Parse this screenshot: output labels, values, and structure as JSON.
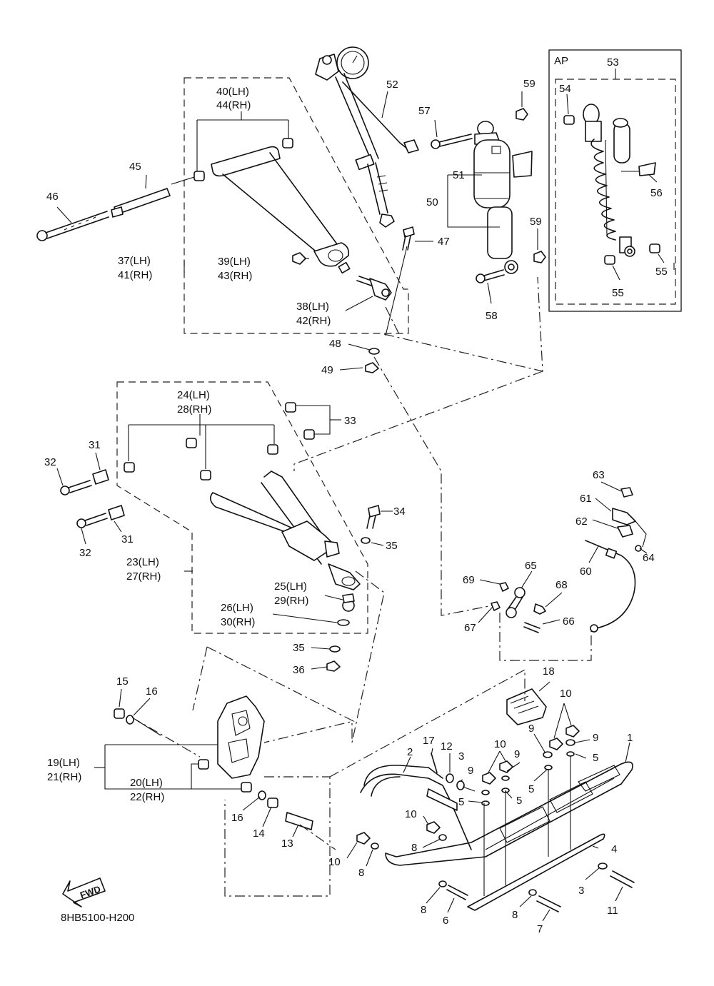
{
  "diagram_code": "8HB5100-H200",
  "fwd_label": "FWD",
  "ap_label": "AP",
  "callouts": {
    "c1": "1",
    "c2": "2",
    "c3a": "3",
    "c3b": "3",
    "c4": "4",
    "c5a": "5",
    "c5b": "5",
    "c5c": "5",
    "c5d": "5",
    "c6": "6",
    "c7": "7",
    "c8a": "8",
    "c8b": "8",
    "c8c": "8",
    "c8d": "8",
    "c9a": "9",
    "c9b": "9",
    "c9c": "9",
    "c9d": "9",
    "c10a": "10",
    "c10b": "10",
    "c10c": "10",
    "c10d": "10",
    "c11": "11",
    "c12": "12",
    "c13": "13",
    "c14": "14",
    "c15": "15",
    "c16a": "16",
    "c16b": "16",
    "c17": "17",
    "c18": "18",
    "c19": "19(LH)",
    "c21": "21(RH)",
    "c20": "20(LH)",
    "c22": "22(RH)",
    "c23": "23(LH)",
    "c27": "27(RH)",
    "c24": "24(LH)",
    "c28": "28(RH)",
    "c25": "25(LH)",
    "c29": "29(RH)",
    "c26": "26(LH)",
    "c30": "30(RH)",
    "c31a": "31",
    "c31b": "31",
    "c32a": "32",
    "c32b": "32",
    "c33": "33",
    "c34": "34",
    "c35a": "35",
    "c35b": "35",
    "c36": "36",
    "c37": "37(LH)",
    "c41": "41(RH)",
    "c38": "38(LH)",
    "c42": "42(RH)",
    "c39": "39(LH)",
    "c43": "43(RH)",
    "c40": "40(LH)",
    "c44": "44(RH)",
    "c45": "45",
    "c46": "46",
    "c47": "47",
    "c48": "48",
    "c49": "49",
    "c50": "50",
    "c51": "51",
    "c52": "52",
    "c53": "53",
    "c54": "54",
    "c55a": "55",
    "c55b": "55",
    "c56": "56",
    "c57": "57",
    "c58": "58",
    "c59a": "59",
    "c59b": "59",
    "c60": "60",
    "c61": "61",
    "c62": "62",
    "c63": "63",
    "c64": "64",
    "c65": "65",
    "c66": "66",
    "c67": "67",
    "c68": "68",
    "c69": "69"
  }
}
